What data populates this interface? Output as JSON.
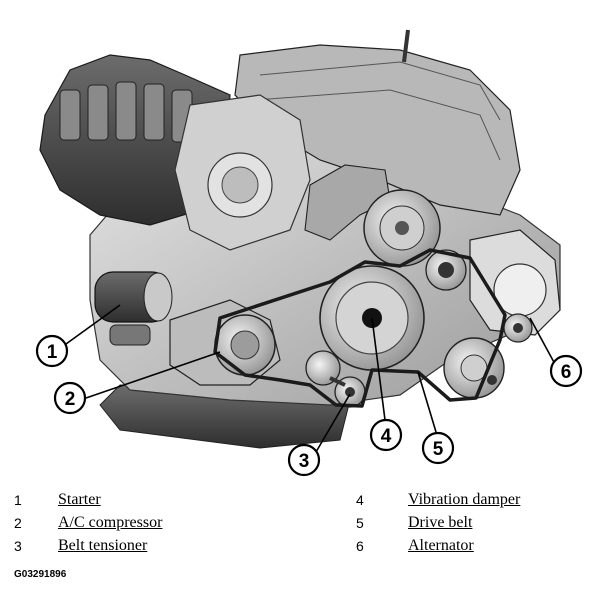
{
  "callouts": [
    {
      "number": "1",
      "label": "Starter"
    },
    {
      "number": "2",
      "label": "A/C compressor"
    },
    {
      "number": "3",
      "label": "Belt tensioner"
    },
    {
      "number": "4",
      "label": "Vibration damper"
    },
    {
      "number": "5",
      "label": "Drive belt"
    },
    {
      "number": "6",
      "label": "Alternator"
    }
  ],
  "figure_id": "G03291896"
}
